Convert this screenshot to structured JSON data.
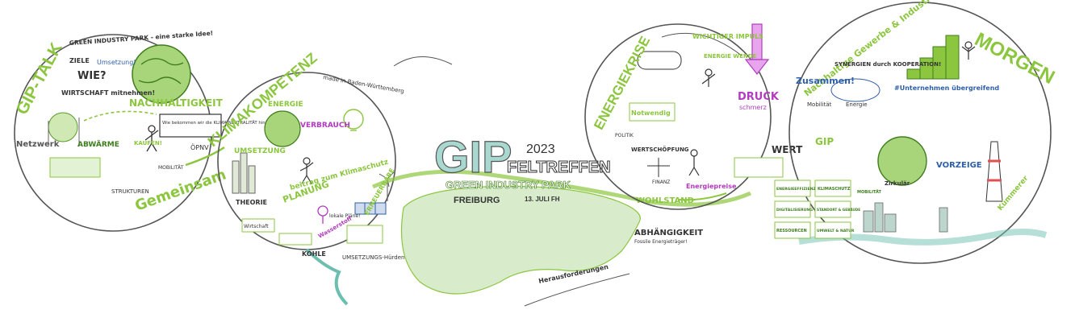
{
  "colors": {
    "green": "#8cc63f",
    "dark_green": "#3f7d1e",
    "pale_green": "#d8eccb",
    "ink": "#2b2b2b",
    "purple": "#b23bbf",
    "teal": "#6cbfb0",
    "blue": "#2f5fa8"
  },
  "center": {
    "gip": "GIP",
    "feltreffen": "FELTREFFEN",
    "year": "2023",
    "park": "GREEN INDUSTRY PARK",
    "city": "FREIBURG",
    "date": "13. JULI FH"
  },
  "panel1": {
    "title": "GIP-TALK",
    "subtitle": "GREEN INDUSTRY PARK - eine starke Idee!",
    "ziele": "ZIELE",
    "wie": "WIE?",
    "umsetzung": "Umsetzung!",
    "nachhaltigkeit": "NACHHALTIGKEIT",
    "wirtschaft": "WIRTSCHAFT mitnehmen!",
    "question": "Wie bekommen wir die KLIMA-NEUTRALITÄT hin?",
    "abwaerme": "ABWÄRME",
    "netzwerk": "Netzwerk",
    "kaufen": "KAUFEN!",
    "oepnv": "ÖPNV",
    "mobilitaet": "MOBILITÄT",
    "strukturen": "STRUKTUREN",
    "gemeinsam": "Gemeinsam"
  },
  "panel2": {
    "title": "KLIMAKOMPETENZ",
    "subtitle": "made in Baden-Württemberg",
    "energie": "ENERGIE",
    "verbrauch": "VERBRAUCH",
    "umsetzung": "UMSETZUNG",
    "beitrag": "beitrag zum Klimaschutz",
    "planung": "PLANUNG",
    "theorie": "THEORIE",
    "wirtschaft": "Wirtschaft",
    "kohle": "KOHLE",
    "hindernisse": "UMSETZUNGS-Hürden",
    "lokale": "lokale Pläne!",
    "erneuerbare": "ERNEUERBARE",
    "wasserstoff": "Wasserstoff"
  },
  "middle": {
    "wohlstand": "WOHLSTAND",
    "abhaengigkeit": "ABHÄNGIGKEIT",
    "fossile": "Fossile Energieträger!",
    "herausforderung": "Herausforderungen"
  },
  "panel3": {
    "title": "ENERGIEKRISE",
    "wichtiger": "WICHTIGER IMPULS",
    "energiewende": "ENERGIE WENDE",
    "druck": "DRUCK",
    "schmerz": "schmerz",
    "notwendig": "Notwendig",
    "wertschoepfung": "WERTSCHÖPFUNG",
    "wert": "WERT",
    "energiepreise": "Energiepreise",
    "politik": "POLITIK",
    "finanz": "FINANZ"
  },
  "panel4": {
    "title": "Nachhaltige Gewerbe & Industriegebiete von",
    "morgen": "MORGEN",
    "synergien": "SYNERGIEN durch KOOPERATION!",
    "zusammen": "Zusammen!",
    "unternehmen": "#Unternehmen übergreifend",
    "gip": "GIP",
    "zirkulaer": "Zirkulär",
    "vorzeige": "VORZEIGE",
    "kuemmerer": "Kümmerer",
    "energie": "Energie",
    "mobilitaet": "Mobilität",
    "kategorien": [
      "ENERGIEEFFIZIENZ",
      "KLIMASCHUTZ",
      "DIGITALISIERUNG",
      "STANDORT & GEBÄUDE",
      "RESSOURCEN",
      "UMWELT & NATUR",
      "MOBILITÄT"
    ]
  }
}
